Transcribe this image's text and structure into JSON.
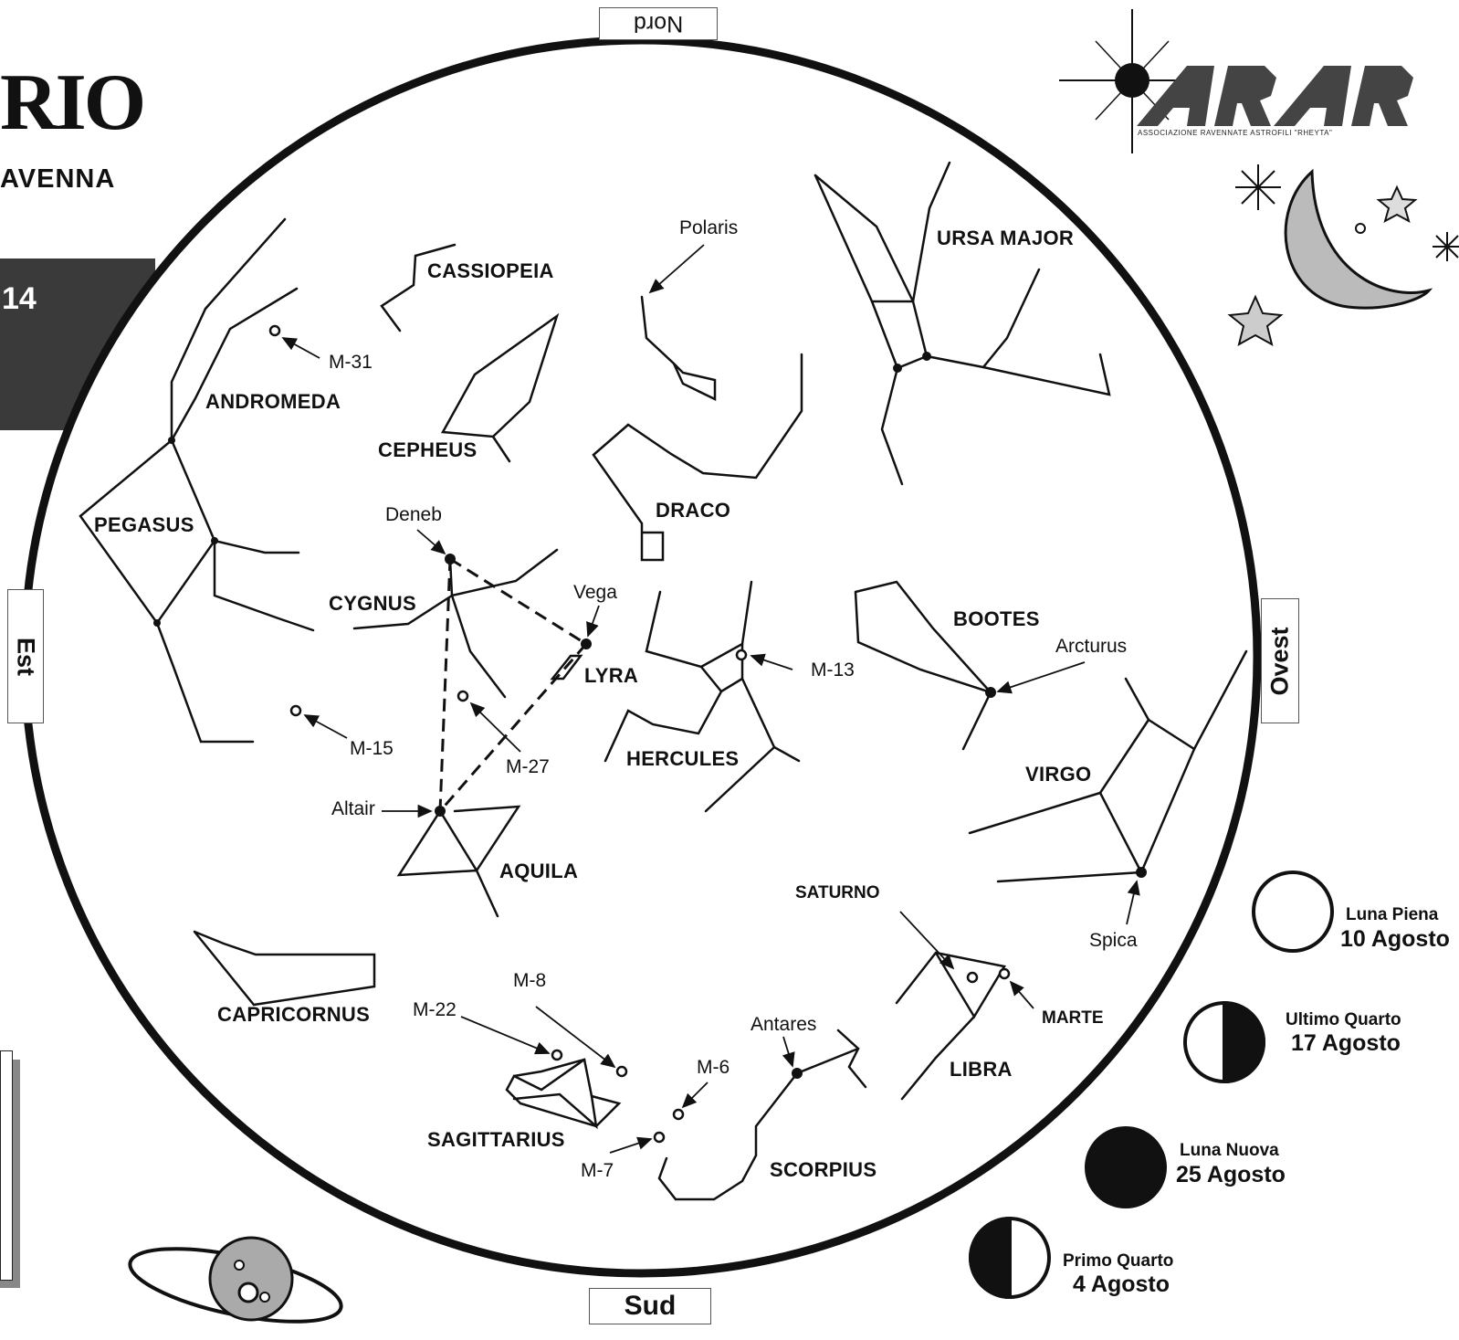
{
  "header": {
    "logo_left_big": "RIO",
    "logo_left_sub": "AVENNA",
    "year_fragment": "14",
    "logo_right": "ARAR",
    "logo_right_sub": "ASSOCIAZIONE RAVENNATE ASTROFILI \"RHEYTA\""
  },
  "directions": {
    "north": "Nord",
    "south": "Sud",
    "east": "Est",
    "west": "Ovest"
  },
  "constellations": {
    "cassiopeia": "CASSIOPEIA",
    "andromeda": "ANDROMEDA",
    "cepheus": "CEPHEUS",
    "ursa_major": "URSA MAJOR",
    "pegasus": "PEGASUS",
    "draco": "DRACO",
    "cygnus": "CYGNUS",
    "lyra": "LYRA",
    "bootes": "BOOTES",
    "hercules": "HERCULES",
    "virgo": "VIRGO",
    "aquila": "AQUILA",
    "capricornus": "CAPRICORNUS",
    "libra": "LIBRA",
    "sagittarius": "SAGITTARIUS",
    "scorpius": "SCORPIUS"
  },
  "stars": {
    "polaris": "Polaris",
    "deneb": "Deneb",
    "vega": "Vega",
    "arcturus": "Arcturus",
    "altair": "Altair",
    "spica": "Spica",
    "antares": "Antares"
  },
  "deep_sky": {
    "m31": "M-31",
    "m15": "M-15",
    "m27": "M-27",
    "m13": "M-13",
    "m22": "M-22",
    "m8": "M-8",
    "m6": "M-6",
    "m7": "M-7"
  },
  "planets": {
    "saturno": "SATURNO",
    "marte": "MARTE"
  },
  "moon_phases": [
    {
      "phase": "Luna Piena",
      "date": "10 Agosto"
    },
    {
      "phase": "Ultimo Quarto",
      "date": "17 Agosto"
    },
    {
      "phase": "Luna Nuova",
      "date": "25 Agosto"
    },
    {
      "phase": "Primo Quarto",
      "date": "4 Agosto"
    }
  ],
  "colors": {
    "ink": "#111111",
    "band": "#3a3a3a",
    "paper": "#ffffff"
  }
}
